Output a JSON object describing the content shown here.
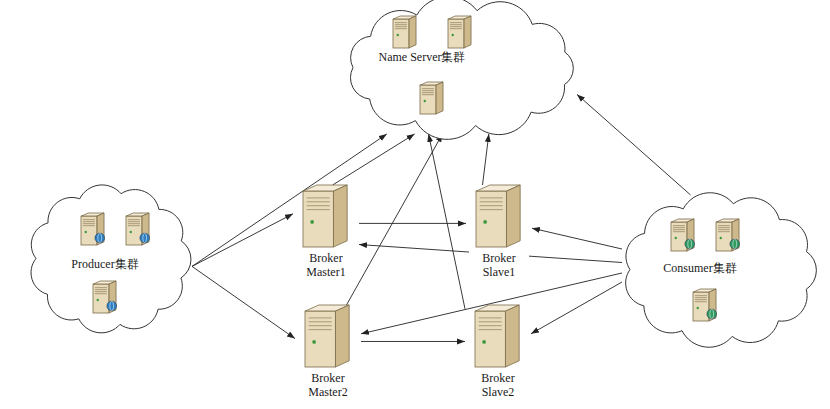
{
  "diagram": {
    "nodes": [
      {
        "text": [
          "Name Server集群"
        ]
      },
      {
        "text": [
          "Producer集群"
        ]
      },
      {
        "text": [
          "Broker Master1"
        ]
      },
      {
        "text": [
          "Broker Slave1"
        ]
      },
      {
        "text": [
          "Broker Master2"
        ]
      },
      {
        "text": [
          "Broker Slave2"
        ]
      },
      {
        "text": [
          "Consumer集群"
        ]
      }
    ],
    "edges": [
      {
        "from": 1,
        "to": 0,
        "arrow": "to"
      },
      {
        "from": 1,
        "to": 2,
        "arrow": "to"
      },
      {
        "from": 1,
        "to": 4,
        "arrow": "to"
      },
      {
        "from": 2,
        "to": 0,
        "arrow": "to"
      },
      {
        "from": 4,
        "to": 0,
        "arrow": "to"
      },
      {
        "from": 3,
        "to": 0,
        "arrow": "to"
      },
      {
        "from": 5,
        "to": 0,
        "arrow": "to"
      },
      {
        "from": 6,
        "to": 0,
        "arrow": "to"
      },
      {
        "from": 2,
        "to": 3,
        "arrow": "to"
      },
      {
        "from": 4,
        "to": 5,
        "arrow": "to"
      },
      {
        "from": 6,
        "to": 2,
        "arrow": "to"
      },
      {
        "from": 6,
        "to": 3,
        "arrow": "to"
      },
      {
        "from": 6,
        "to": 4,
        "arrow": "to"
      },
      {
        "from": 6,
        "to": 5,
        "arrow": "to"
      }
    ]
  }
}
